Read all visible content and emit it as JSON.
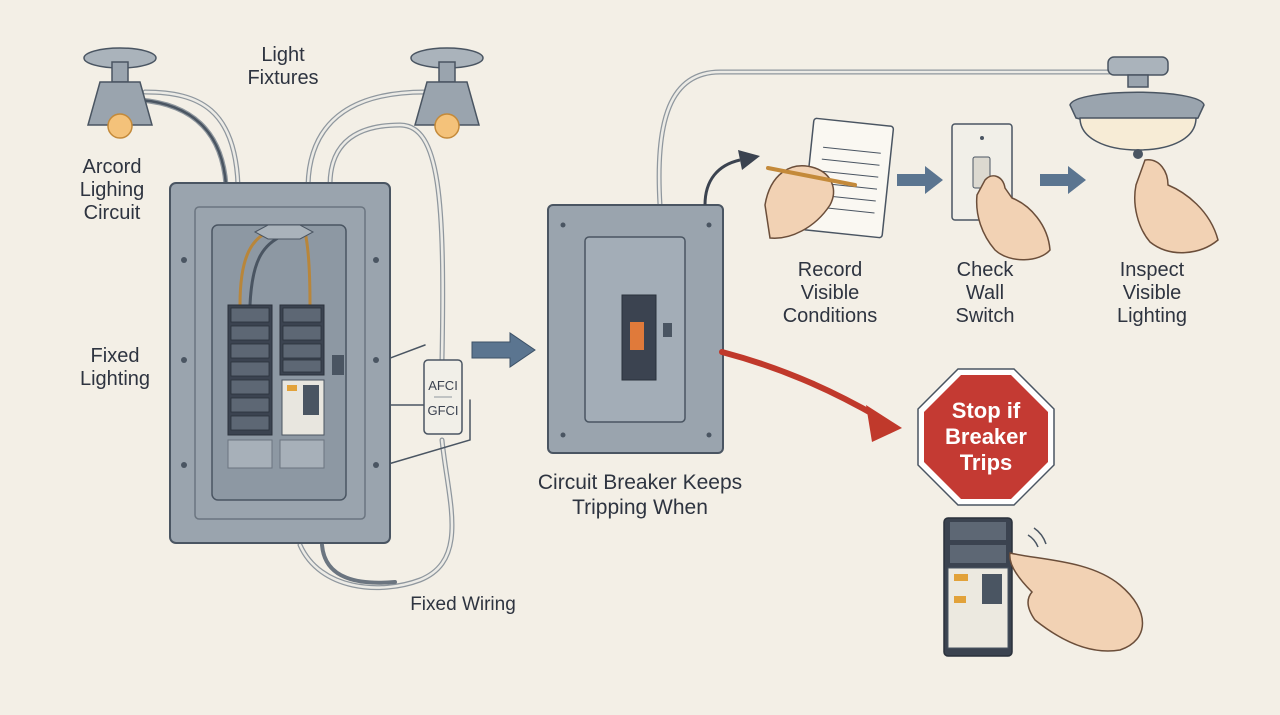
{
  "labels": {
    "light_fixtures": "Light\nFixtures",
    "arcord_circuit": "Arcord\nLighing\nCircuit",
    "fixed_lighting": "Fixed\nLighting",
    "fixed_wiring": "Fixed Wiring",
    "afci": "AFCI",
    "gfci": "GFCI",
    "breaker_keeps_tripping": "Circuit Breaker Keeps\nTripping When",
    "record_conditions": "Record\nVisible\nConditions",
    "check_switch": "Check\nWall\nSwitch",
    "inspect_lighting": "Inspect\nVisible\nLighting",
    "stop_sign": "Stop if\nBreaker\nTrips"
  },
  "colors": {
    "background": "#f3efe6",
    "panel": "#9aa4ae",
    "flow_arrow": "#5b7590",
    "warning_arrow": "#c0392b",
    "stop_sign": "#c43a33",
    "wire_copper": "#b8863b"
  },
  "icons": [
    "light-fixture-icon",
    "breaker-panel-icon",
    "notepad-pencil-icon",
    "wall-switch-icon",
    "ceiling-light-icon",
    "stop-sign-icon",
    "afci-gfci-device-icon"
  ]
}
